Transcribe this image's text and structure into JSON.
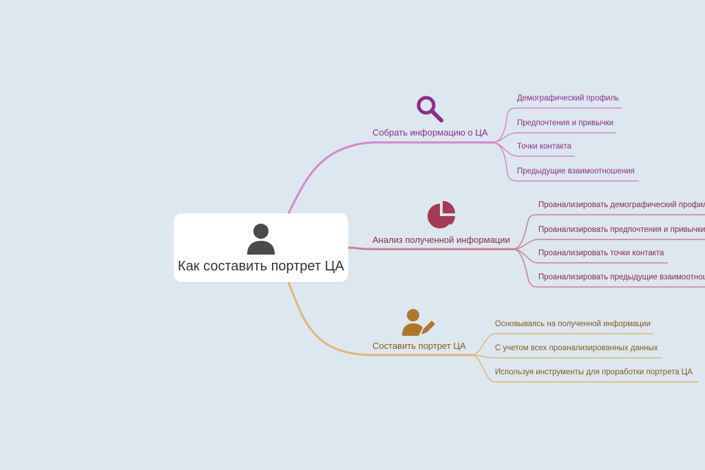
{
  "root": {
    "title": "Как составить портрет ЦА",
    "icon": "user-icon",
    "color": "#4a4a4a"
  },
  "branches": [
    {
      "label": "Собрать информацию о ЦА",
      "icon": "search-icon",
      "color": "#8a2f8a",
      "line_color": "#d486cf",
      "items": [
        "Демографический профиль",
        "Предпочтения и привычки",
        "Точки контакта",
        "Предыдущие взаимоотношения"
      ]
    },
    {
      "label": "Анализ полученной информации",
      "icon": "pie-chart-icon",
      "color": "#8b2a45",
      "line_color": "#d07c8f",
      "items": [
        "Проанализировать демографический профиль",
        "Проанализировать предпочтения и привычки",
        "Проанализировать точки контакта",
        "Проанализировать предыдущие взаимоотношения"
      ]
    },
    {
      "label": "Составить портрет ЦА",
      "icon": "user-edit-icon",
      "color": "#8a5a1a",
      "line_color": "#dfb774",
      "items": [
        "Основываясь на полученной информации",
        "С учетом всех проанализированных данных",
        "Используя инструменты для проработки портрета ЦА"
      ]
    }
  ]
}
